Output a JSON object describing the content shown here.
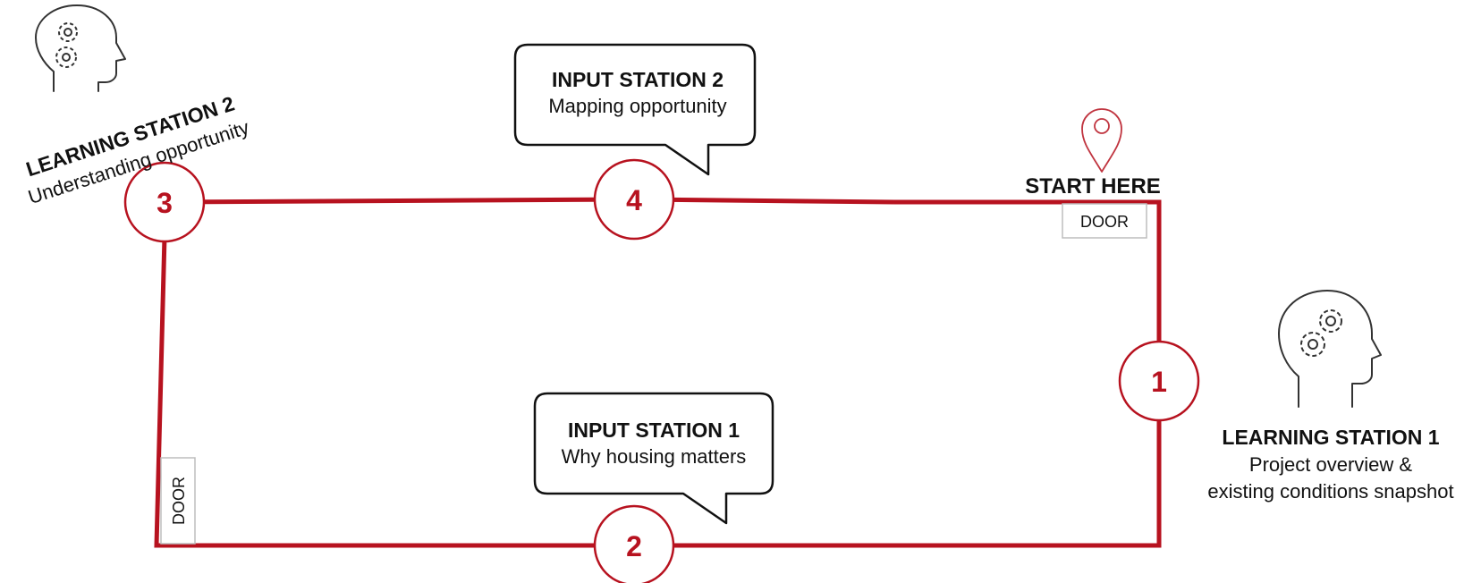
{
  "colors": {
    "route": "#b7121f",
    "ink": "#111111",
    "door_border": "#bdbdbd",
    "pin": "#c0343f",
    "icon": "#333333"
  },
  "route": {
    "start_label": "START HERE",
    "stations": [
      {
        "number": "1",
        "kind": "learning"
      },
      {
        "number": "2",
        "kind": "input"
      },
      {
        "number": "3",
        "kind": "learning"
      },
      {
        "number": "4",
        "kind": "input"
      }
    ],
    "doors": [
      {
        "label": "DOOR",
        "orientation": "horizontal"
      },
      {
        "label": "DOOR",
        "orientation": "vertical"
      }
    ]
  },
  "input_stations": [
    {
      "title": "INPUT STATION 1",
      "subtitle": "Why housing matters"
    },
    {
      "title": "INPUT STATION 2",
      "subtitle": "Mapping opportunity"
    }
  ],
  "learning_stations": [
    {
      "title": "LEARNING STATION 1",
      "subtitle_lines": [
        "Project overview &",
        "existing conditions snapshot"
      ],
      "icon": "head-gears-icon"
    },
    {
      "title": "LEARNING STATION 2",
      "subtitle_lines": [
        "Understanding opportunity"
      ],
      "icon": "head-gears-icon"
    }
  ],
  "icons": {
    "start": "map-pin-icon",
    "learning": "head-gears-icon"
  }
}
